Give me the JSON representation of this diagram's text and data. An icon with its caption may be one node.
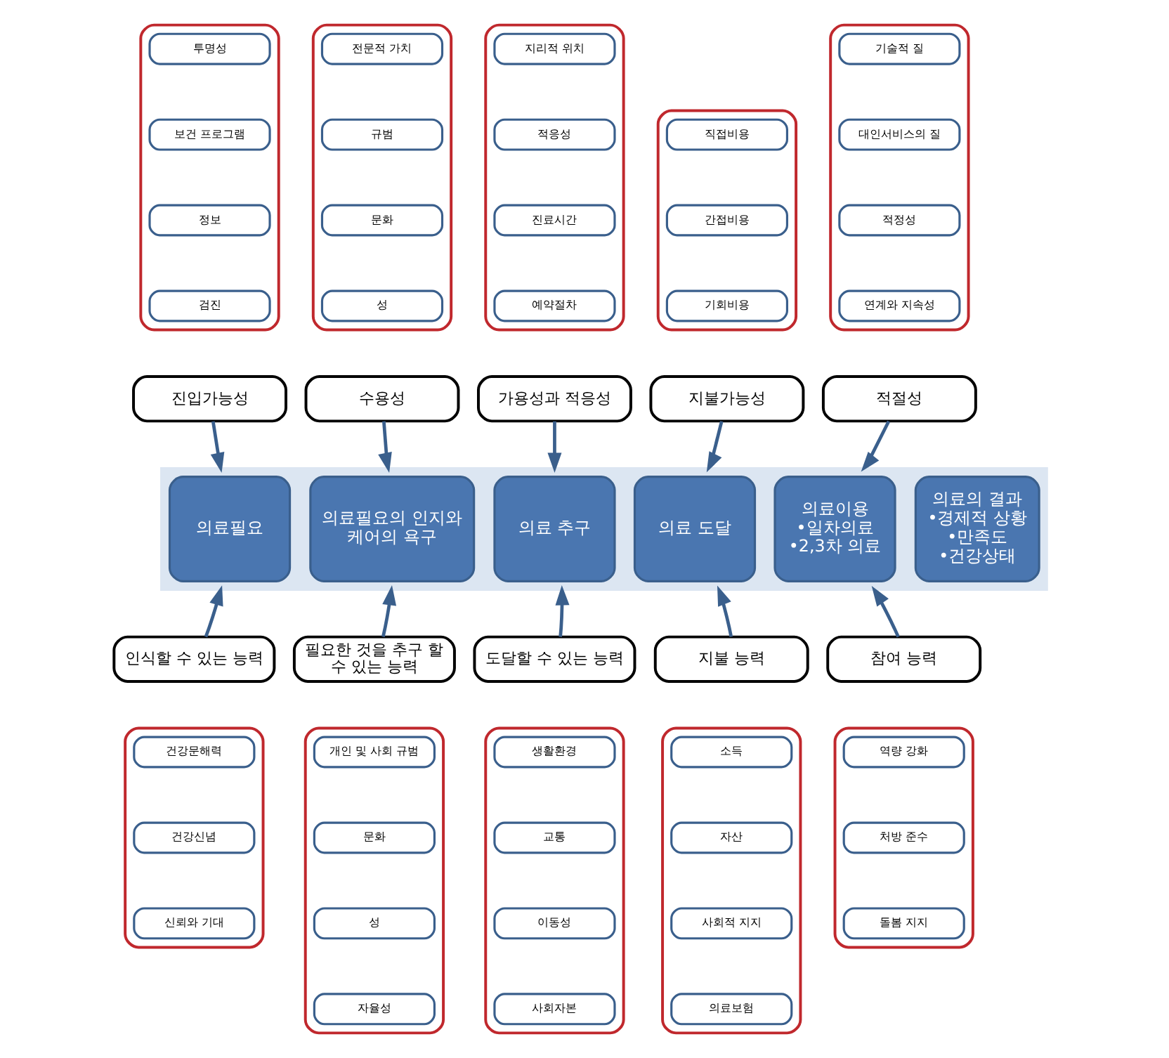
{
  "diagram": {
    "nodes": [
      {
        "text": [],
        "shape": "box"
      },
      {
        "text": [
          "투명성"
        ],
        "in": 0
      },
      {
        "text": [
          "보건 프로그램"
        ],
        "in": 0
      },
      {
        "text": [
          "정보"
        ],
        "in": 0
      },
      {
        "text": [
          "검진"
        ],
        "in": 0
      },
      {
        "text": [],
        "shape": "box"
      },
      {
        "text": [
          "전문적 가치"
        ],
        "in": 5
      },
      {
        "text": [
          "규범"
        ],
        "in": 5
      },
      {
        "text": [
          "문화"
        ],
        "in": 5
      },
      {
        "text": [
          "성"
        ],
        "in": 5
      },
      {
        "text": [],
        "shape": "box"
      },
      {
        "text": [
          "지리적 위치"
        ],
        "in": 10
      },
      {
        "text": [
          "적응성"
        ],
        "in": 10
      },
      {
        "text": [
          "진료시간"
        ],
        "in": 10
      },
      {
        "text": [
          "예약절차"
        ],
        "in": 10
      },
      {
        "text": [],
        "shape": "box"
      },
      {
        "text": [
          "직접비용"
        ],
        "in": 15
      },
      {
        "text": [
          "간접비용"
        ],
        "in": 15
      },
      {
        "text": [
          "기회비용"
        ],
        "in": 15
      },
      {
        "text": [],
        "shape": "box"
      },
      {
        "text": [
          "기술적 질"
        ],
        "in": 19
      },
      {
        "text": [
          "대인서비스의 질"
        ],
        "in": 19
      },
      {
        "text": [
          "적정성"
        ],
        "in": 19
      },
      {
        "text": [
          "연계와 지속성"
        ],
        "in": 19
      },
      {
        "text": [
          "진입가능성"
        ]
      },
      {
        "text": [
          "수용성"
        ]
      },
      {
        "text": [
          "가용성과 적응성"
        ]
      },
      {
        "text": [
          "지불가능성"
        ]
      },
      {
        "text": [
          "적절성"
        ]
      },
      {
        "text": [],
        "shape": "arrow"
      },
      {
        "text": [
          "의료필요"
        ],
        "in": 29
      },
      {
        "text": [
          "의료필요의 인지와 케어의 욕구"
        ],
        "in": 29
      },
      {
        "text": [
          "의료 추구"
        ],
        "in": 29
      },
      {
        "text": [
          "의료 도달"
        ],
        "in": 29
      },
      {
        "text": [
          "의료이용",
          "•일차의료",
          "•2,3차 의료"
        ],
        "in": 29
      },
      {
        "text": [
          "의료의 결과",
          "•경제적 상황",
          "•만족도",
          "•건강상태"
        ],
        "in": 29
      },
      {
        "text": [
          "인식할 수 있는 능력"
        ]
      },
      {
        "text": [
          "필요한 것을 추구 할 수 있는 능력"
        ]
      },
      {
        "text": [
          "도달할 수 있는 능력"
        ]
      },
      {
        "text": [
          "지불 능력"
        ]
      },
      {
        "text": [
          "참여 능력"
        ]
      },
      {
        "text": [],
        "shape": "box"
      },
      {
        "text": [
          "건강문해력"
        ],
        "in": 41
      },
      {
        "text": [
          "건강신념"
        ],
        "in": 41
      },
      {
        "text": [
          "신뢰와 기대"
        ],
        "in": 41
      },
      {
        "text": [],
        "shape": "box"
      },
      {
        "text": [
          "개인 및 사회 규범"
        ],
        "in": 45
      },
      {
        "text": [
          "문화"
        ],
        "in": 45
      },
      {
        "text": [
          "성"
        ],
        "in": 45
      },
      {
        "text": [
          "자율성"
        ],
        "in": 45
      },
      {
        "text": [],
        "shape": "box"
      },
      {
        "text": [
          "생활환경"
        ],
        "in": 50
      },
      {
        "text": [
          "교통"
        ],
        "in": 50
      },
      {
        "text": [
          "이동성"
        ],
        "in": 50
      },
      {
        "text": [
          "사회자본"
        ],
        "in": 50
      },
      {
        "text": [],
        "shape": "box"
      },
      {
        "text": [
          "소득"
        ],
        "in": 55
      },
      {
        "text": [
          "자산"
        ],
        "in": 55
      },
      {
        "text": [
          "사회적 지지"
        ],
        "in": 55
      },
      {
        "text": [
          "의료보험"
        ],
        "in": 55
      },
      {
        "text": [],
        "shape": "box"
      },
      {
        "text": [
          "역량 강화"
        ],
        "in": 60
      },
      {
        "text": [
          "처방 준수"
        ],
        "in": 60
      },
      {
        "text": [
          "돌봄 지지"
        ],
        "in": 60
      }
    ],
    "edges": [
      {
        "from": 24,
        "to": 29,
        "arrow": "to"
      },
      {
        "from": 25,
        "to": 29,
        "arrow": "to"
      },
      {
        "from": 26,
        "to": 29,
        "arrow": "to"
      },
      {
        "from": 27,
        "to": 29,
        "arrow": "to"
      },
      {
        "from": 28,
        "to": 29,
        "arrow": "to"
      },
      {
        "from": 36,
        "to": 29,
        "arrow": "to"
      },
      {
        "from": 37,
        "to": 29,
        "arrow": "to"
      },
      {
        "from": 38,
        "to": 29,
        "arrow": "to"
      },
      {
        "from": 39,
        "to": 29,
        "arrow": "to"
      },
      {
        "from": 40,
        "to": 29,
        "arrow": "to"
      }
    ]
  }
}
